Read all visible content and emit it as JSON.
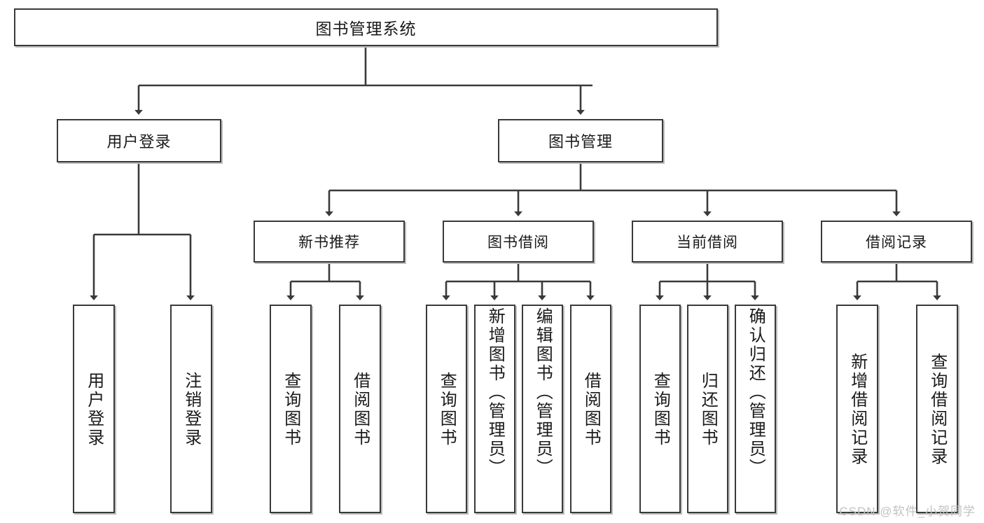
{
  "diagram": {
    "title": "图书管理系统",
    "type": "tree",
    "watermark": "CSDN @软件_小贺同学",
    "colors": {
      "box_border": "#3a3a3a",
      "box_fill": "#ffffff",
      "line": "#3a3a3a",
      "text": "#1a1a1a",
      "watermark": "#c2c2c2",
      "shadow": "#bdbdbd"
    },
    "root": {
      "label": "图书管理系统"
    },
    "level2": [
      {
        "label": "用户登录"
      },
      {
        "label": "图书管理"
      }
    ],
    "level3": [
      {
        "label": "新书推荐"
      },
      {
        "label": "图书借阅"
      },
      {
        "label": "当前借阅"
      },
      {
        "label": "借阅记录"
      }
    ],
    "leaves": [
      {
        "label": "用户登录",
        "parent": "用户登录"
      },
      {
        "label": "注销登录",
        "parent": "用户登录"
      },
      {
        "label": "查询图书",
        "parent": "新书推荐"
      },
      {
        "label": "借阅图书",
        "parent": "新书推荐"
      },
      {
        "label": "查询图书",
        "parent": "图书借阅"
      },
      {
        "label": "新增图书（管理员）",
        "parent": "图书借阅"
      },
      {
        "label": "编辑图书（管理员）",
        "parent": "图书借阅"
      },
      {
        "label": "借阅图书",
        "parent": "图书借阅"
      },
      {
        "label": "查询图书",
        "parent": "当前借阅"
      },
      {
        "label": "归还图书",
        "parent": "当前借阅"
      },
      {
        "label": "确认归还（管理员）",
        "parent": "当前借阅"
      },
      {
        "label": "新增借阅记录",
        "parent": "借阅记录"
      },
      {
        "label": "查询借阅记录",
        "parent": "借阅记录"
      }
    ]
  }
}
